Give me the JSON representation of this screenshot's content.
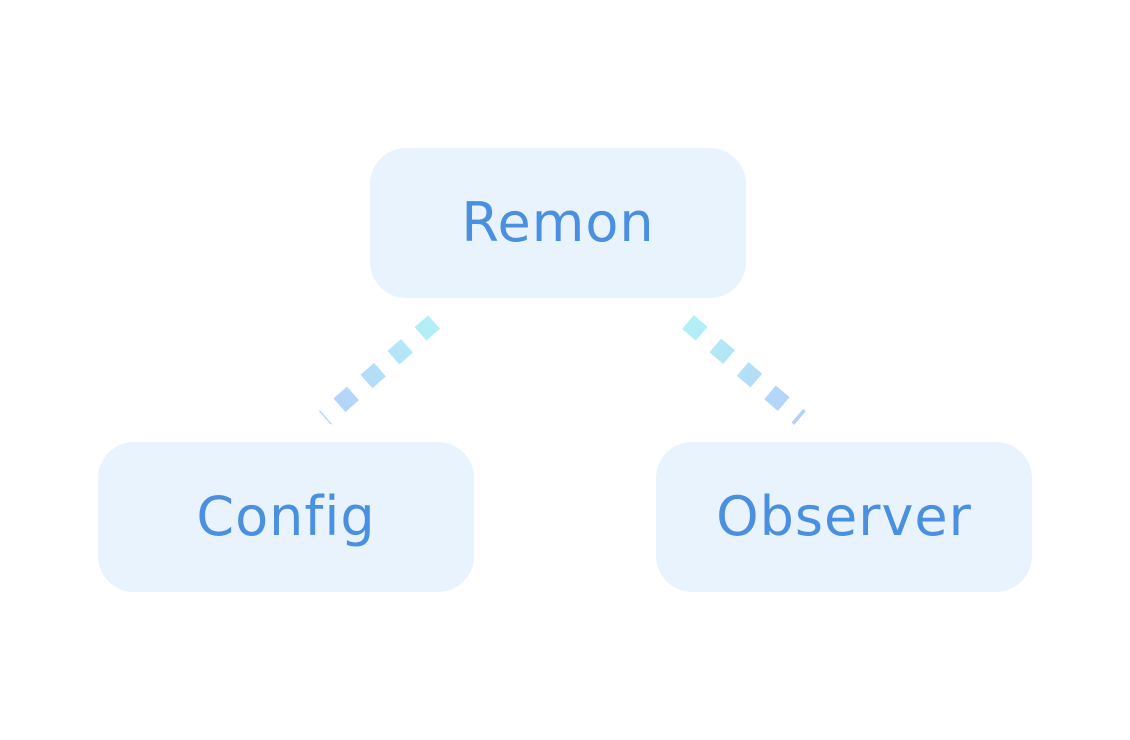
{
  "nodes": {
    "top": {
      "label": "Remon"
    },
    "left": {
      "label": "Config"
    },
    "right": {
      "label": "Observer"
    }
  },
  "colors": {
    "node_fill": "#e9f3fd",
    "label_text": "#4a8fe0",
    "connector_start": "#b3f0f6",
    "connector_end": "#b5cffa"
  }
}
